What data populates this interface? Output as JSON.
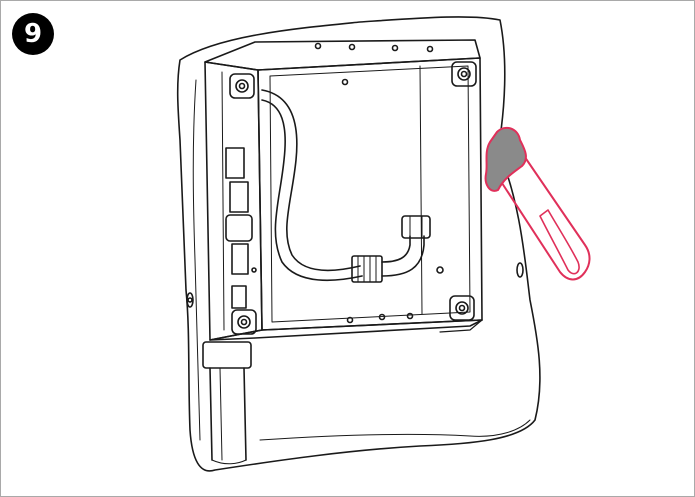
{
  "step_number": "9",
  "colors": {
    "line": "#1a1a1a",
    "background": "#ffffff",
    "badge": "#000000",
    "tool_outline": "#e0305a",
    "sealant": "#8a8a8a"
  },
  "icons": [
    "step-badge",
    "wall-opening",
    "recessed-box",
    "flex-hose",
    "valve",
    "drain-pipe",
    "caulk-gun-icon",
    "sealant-blob"
  ]
}
